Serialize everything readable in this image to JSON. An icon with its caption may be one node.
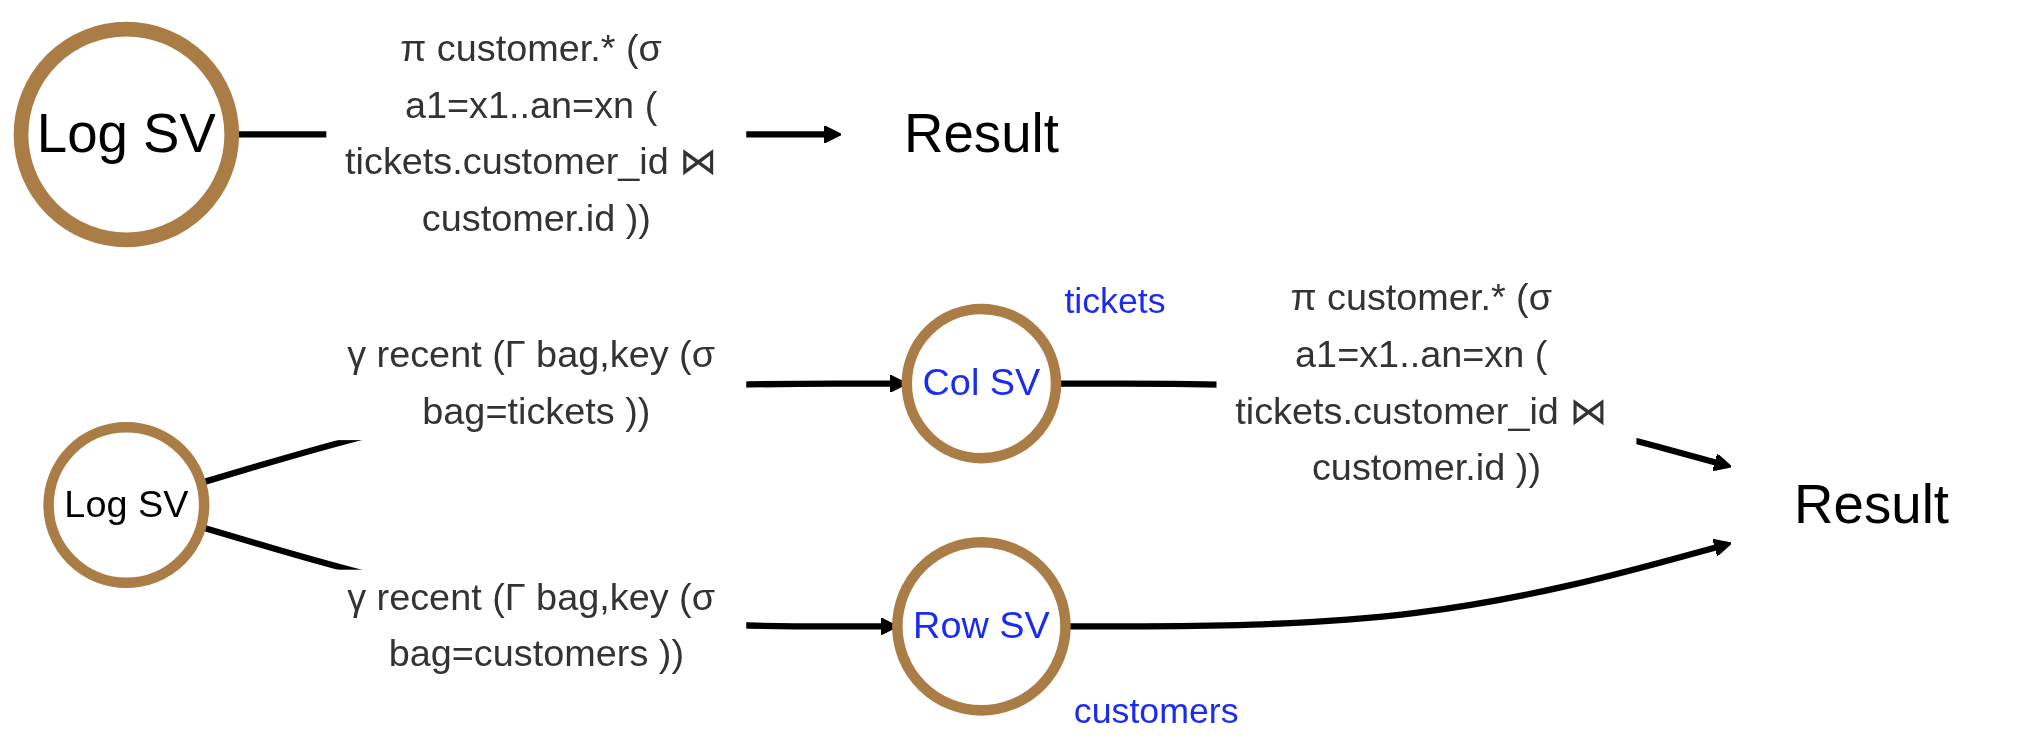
{
  "diagram": {
    "nodes": [
      {
        "text": [
          "Log SV"
        ]
      },
      {
        "text": [
          "Result"
        ]
      },
      {
        "text": [
          "Log SV"
        ]
      },
      {
        "text": [
          "Col SV"
        ],
        "beside": [
          "tickets"
        ]
      },
      {
        "text": [
          "Row SV"
        ],
        "beside": [
          "customers"
        ]
      },
      {
        "text": [
          "Result"
        ]
      }
    ],
    "edges": [
      {
        "from": 0,
        "to": 1,
        "arrow": "to",
        "label": "π customer.* (σ a1=x1..an=xn ( tickets.customer_id ⋈ customer.id ))"
      },
      {
        "from": 2,
        "to": 3,
        "arrow": "to",
        "label": "γ recent (Γ bag,key (σ bag=tickets ))"
      },
      {
        "from": 2,
        "to": 4,
        "arrow": "to",
        "label": "γ recent (Γ bag,key (σ bag=customers ))"
      },
      {
        "from": 3,
        "to": 5,
        "arrow": "to",
        "label": "π customer.* (σ a1=x1..an=xn ( tickets.customer_id ⋈ customer.id ))"
      },
      {
        "from": 4,
        "to": 5,
        "arrow": "to"
      }
    ]
  }
}
